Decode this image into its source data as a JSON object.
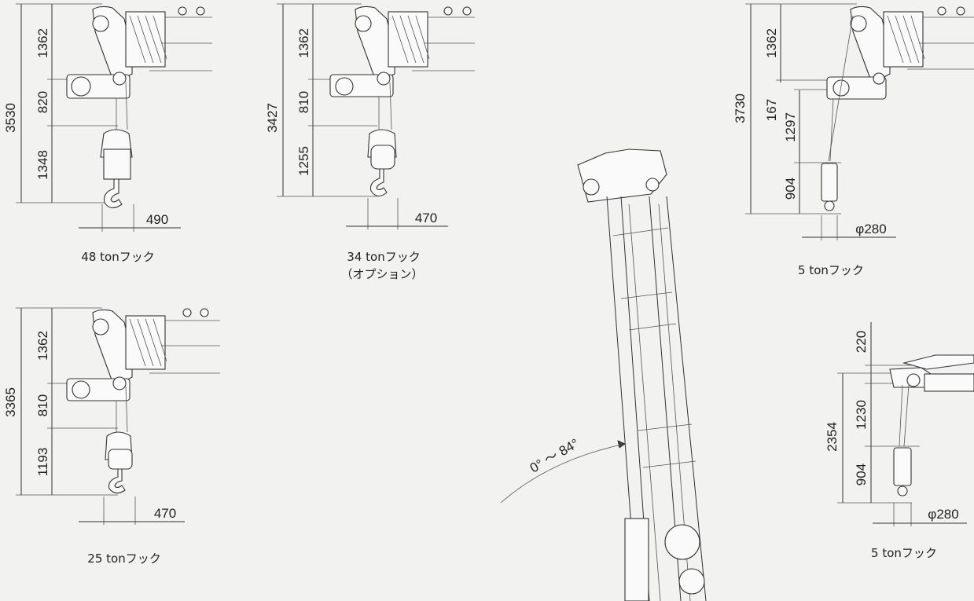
{
  "hook_48t": {
    "total": "3530",
    "d1": "1362",
    "d2": "820",
    "d3": "1348",
    "width": "490",
    "caption": "48 tonフック"
  },
  "hook_34t": {
    "total": "3427",
    "d1": "1362",
    "d2": "810",
    "d3": "1255",
    "width": "470",
    "caption": "34 tonフック",
    "caption2": "（オプション）"
  },
  "hook_25t": {
    "total": "3365",
    "d1": "1362",
    "d2": "810",
    "d3": "1193",
    "width": "470",
    "caption": "25 tonフック"
  },
  "hook_5t_upper": {
    "total": "3730",
    "d1": "1362",
    "d2": "167",
    "d3": "1297",
    "d4": "904",
    "diameter": "φ280",
    "caption": "5 tonフック"
  },
  "hook_5t_lower": {
    "total": "2354",
    "d1": "220",
    "d2": "1230",
    "d3": "904",
    "diameter": "φ280",
    "caption": "5 tonフック"
  },
  "boom": {
    "angle_label": "0° ～ 84°"
  }
}
